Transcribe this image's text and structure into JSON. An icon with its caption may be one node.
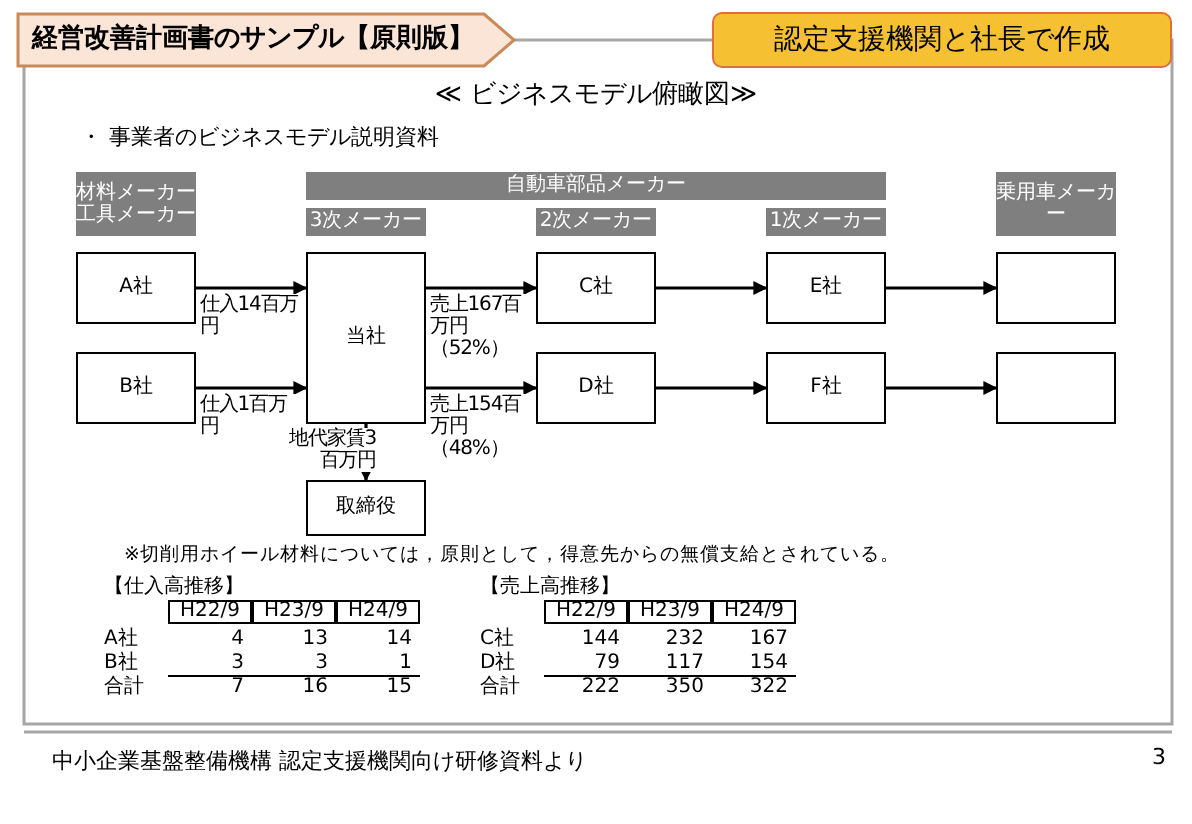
{
  "diagram": {
    "title": "≪ ビジネスモデル俯瞰図≫",
    "nodes": [
      {
        "text": [
          "経営改善計画書のサンプル【原則版】"
        ]
      },
      {
        "text": [
          "認定支援機関と社長で作成"
        ]
      },
      {
        "text": [
          "材料メーカー工具メーカー"
        ]
      },
      {
        "text": [
          "自動車部品メーカー"
        ]
      },
      {
        "text": [
          "3次メーカー"
        ]
      },
      {
        "text": [
          "2次メーカー"
        ]
      },
      {
        "text": [
          "1次メーカー"
        ]
      },
      {
        "text": [
          "乗用車メーカー"
        ]
      },
      {
        "text": [
          "A社"
        ]
      },
      {
        "text": [
          "当社"
        ]
      },
      {
        "text": [
          "C社"
        ]
      },
      {
        "text": [
          "E社"
        ]
      },
      {
        "text": [],
        "shape": "box"
      },
      {
        "text": [
          "B社"
        ]
      },
      {
        "text": [
          "D社"
        ]
      },
      {
        "text": [
          "F社"
        ]
      },
      {
        "text": [],
        "shape": "box"
      },
      {
        "text": [
          "取締役"
        ]
      }
    ],
    "edges": [
      {
        "from": 8,
        "to": 9,
        "arrow": "to",
        "label": "仕入14百万円"
      },
      {
        "from": 13,
        "to": 9,
        "arrow": "to",
        "label": "仕入1百万円"
      },
      {
        "from": 9,
        "to": 10,
        "arrow": "to",
        "label": "売上167百万円（52%）"
      },
      {
        "from": 9,
        "to": 14,
        "arrow": "to",
        "label": "売上154百万円（48%）"
      },
      {
        "from": 9,
        "to": 17,
        "arrow": "to",
        "label": "地代家賃3百万円"
      },
      {
        "from": 10,
        "to": 11,
        "arrow": "to"
      },
      {
        "from": 11,
        "to": 12,
        "arrow": "to"
      },
      {
        "from": 14,
        "to": 15,
        "arrow": "to"
      },
      {
        "from": 15,
        "to": 16,
        "arrow": "to"
      }
    ],
    "labels": [
      "・ 事業者のビジネスモデル説明資料",
      "※切削用ホイール材料については，原則として，得意先からの無償支給とされている。",
      "【仕入高推移】",
      "H22/9",
      "H23/9",
      "H24/9",
      "A社",
      "4",
      "13",
      "14",
      "B社",
      "3",
      "3",
      "1",
      "合計",
      "7",
      "16",
      "15",
      "【売上高推移】",
      "H22/9",
      "H23/9",
      "H24/9",
      "C社",
      "144",
      "232",
      "167",
      "D社",
      "79",
      "117",
      "154",
      "合計",
      "222",
      "350",
      "322",
      "中小企業基盤整備機構 認定支援機関向け研修資料より",
      "3"
    ]
  }
}
